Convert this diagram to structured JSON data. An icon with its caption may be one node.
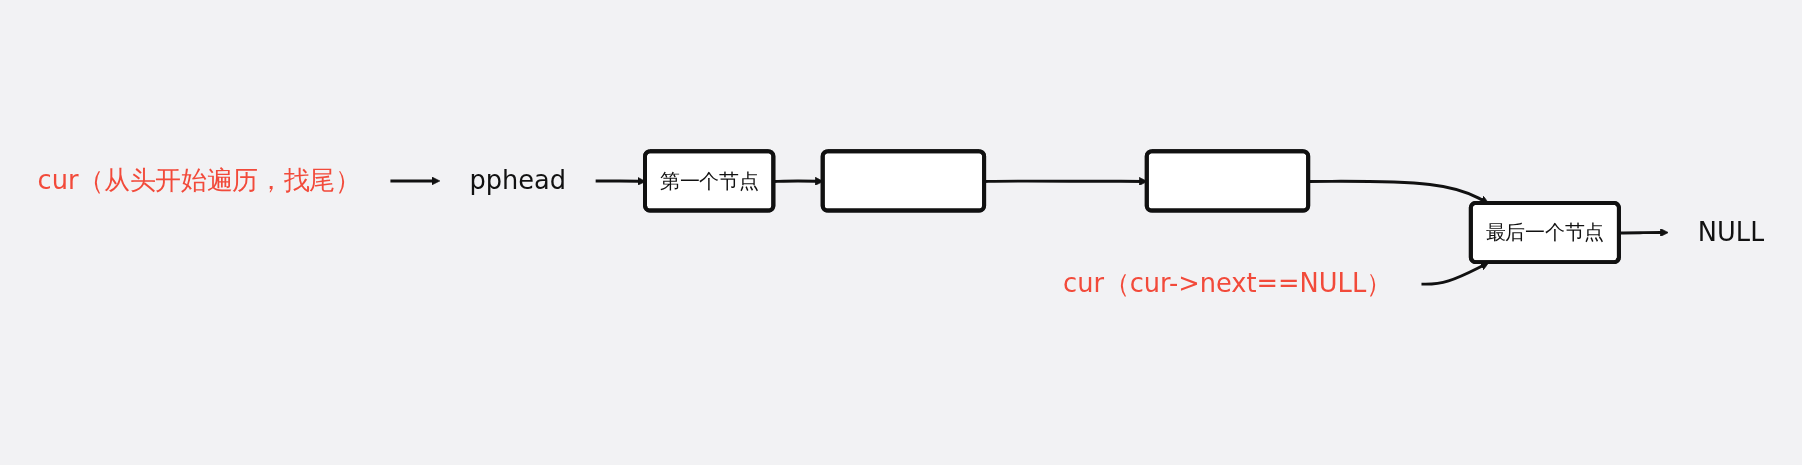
{
  "diagram": {
    "nodes": [
      {
        "text": [
          "cur（从头开始遍历，找尾）"
        ]
      },
      {
        "text": [
          "pphead"
        ]
      },
      {
        "text": [
          "第一个节点"
        ]
      },
      {
        "text": [],
        "shape": "box"
      },
      {
        "text": [],
        "shape": "box"
      },
      {
        "text": [
          "最后一个节点"
        ]
      },
      {
        "text": [
          "cur（cur->next==NULL）"
        ]
      },
      {
        "text": [
          "NULL"
        ]
      }
    ],
    "edges": [
      {
        "from": 0,
        "to": 1,
        "arrow": "to"
      },
      {
        "from": 1,
        "to": 2,
        "arrow": "to"
      },
      {
        "from": 2,
        "to": 3,
        "arrow": "to"
      },
      {
        "from": 3,
        "to": 4,
        "arrow": "to"
      },
      {
        "from": 4,
        "to": 5,
        "arrow": "to"
      },
      {
        "from": 6,
        "to": 5,
        "arrow": "to"
      },
      {
        "from": 5,
        "to": 7,
        "arrow": "to"
      }
    ]
  }
}
